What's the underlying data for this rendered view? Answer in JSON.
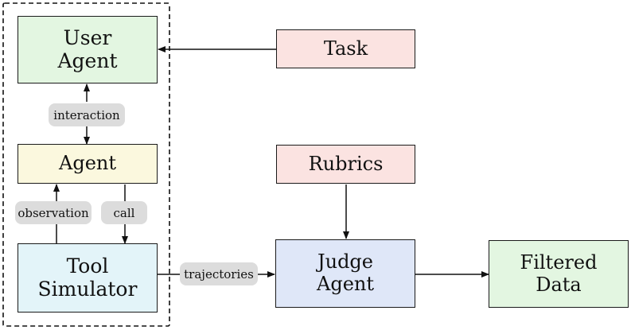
{
  "nodes": {
    "user_agent": {
      "line1": "User",
      "line2": "Agent",
      "fill": "#e3f6e1"
    },
    "agent": {
      "label": "Agent",
      "fill": "#fbf8de"
    },
    "tool_simulator": {
      "line1": "Tool",
      "line2": "Simulator",
      "fill": "#e3f4f9"
    },
    "task": {
      "label": "Task",
      "fill": "#fbe3e1"
    },
    "rubrics": {
      "label": "Rubrics",
      "fill": "#fbe3e1"
    },
    "judge_agent": {
      "line1": "Judge",
      "line2": "Agent",
      "fill": "#dfe7f8"
    },
    "filtered_data": {
      "line1": "Filtered",
      "line2": "Data",
      "fill": "#e3f6e1"
    }
  },
  "edge_labels": {
    "interaction": "interaction",
    "observation": "observation",
    "call": "call",
    "trajectories": "trajectories"
  }
}
